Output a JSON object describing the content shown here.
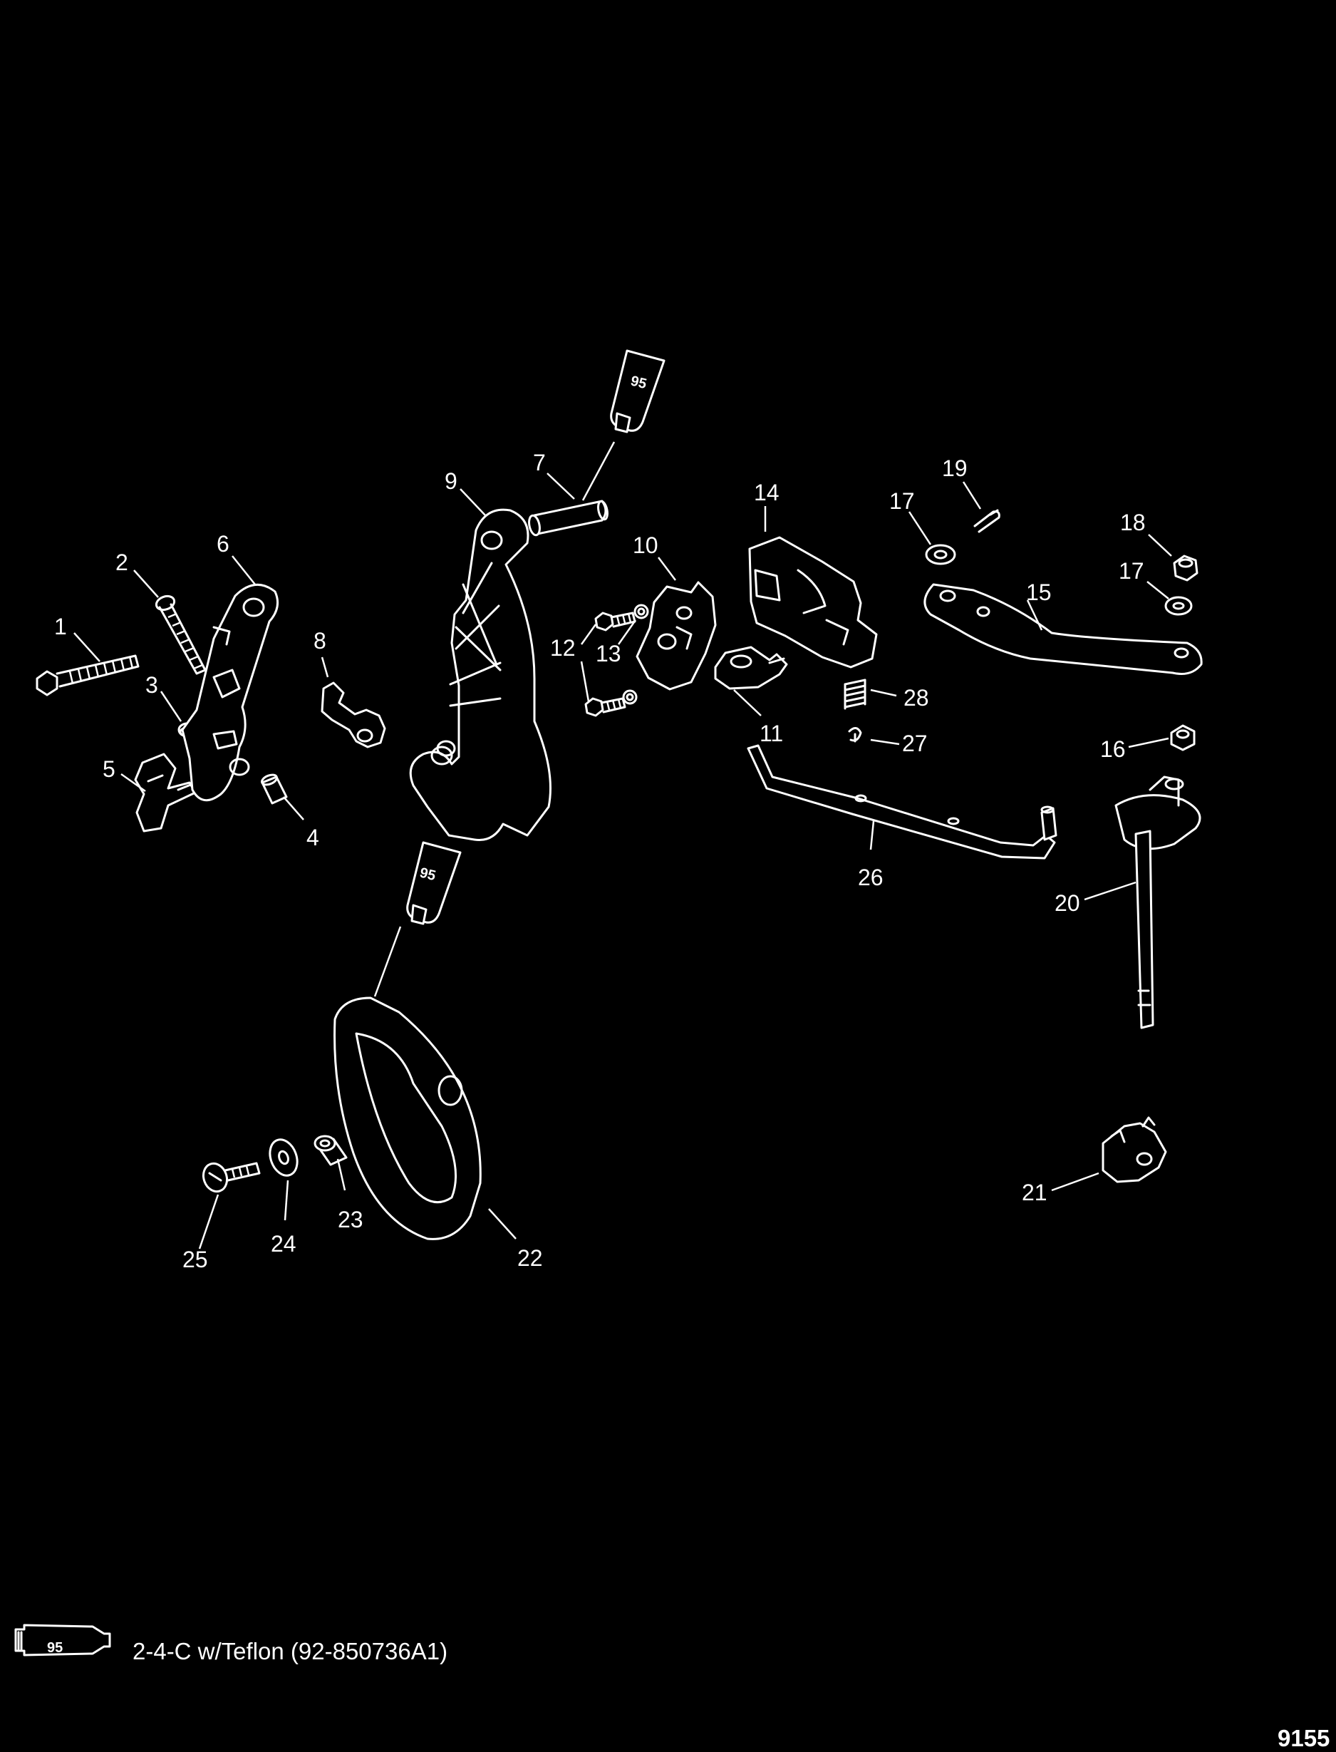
{
  "callouts": [
    {
      "id": "1",
      "text": "1"
    },
    {
      "id": "2",
      "text": "2"
    },
    {
      "id": "3",
      "text": "3"
    },
    {
      "id": "4",
      "text": "4"
    },
    {
      "id": "5",
      "text": "5"
    },
    {
      "id": "6",
      "text": "6"
    },
    {
      "id": "7",
      "text": "7"
    },
    {
      "id": "8",
      "text": "8"
    },
    {
      "id": "9",
      "text": "9"
    },
    {
      "id": "10",
      "text": "10"
    },
    {
      "id": "11",
      "text": "11"
    },
    {
      "id": "12",
      "text": "12"
    },
    {
      "id": "13",
      "text": "13"
    },
    {
      "id": "14",
      "text": "14"
    },
    {
      "id": "15",
      "text": "15"
    },
    {
      "id": "16",
      "text": "16"
    },
    {
      "id": "17a",
      "text": "17"
    },
    {
      "id": "17b",
      "text": "17"
    },
    {
      "id": "18",
      "text": "18"
    },
    {
      "id": "19",
      "text": "19"
    },
    {
      "id": "20",
      "text": "20"
    },
    {
      "id": "21",
      "text": "21"
    },
    {
      "id": "22",
      "text": "22"
    },
    {
      "id": "23",
      "text": "23"
    },
    {
      "id": "24",
      "text": "24"
    },
    {
      "id": "25",
      "text": "25"
    },
    {
      "id": "26",
      "text": "26"
    },
    {
      "id": "27",
      "text": "27"
    },
    {
      "id": "28",
      "text": "28"
    }
  ],
  "lubricant_tubes": {
    "label": "95"
  },
  "legend": {
    "tube_label": "95",
    "text": "2-4-C w/Teflon (92-850736A1)"
  },
  "drawing_number": "9155"
}
